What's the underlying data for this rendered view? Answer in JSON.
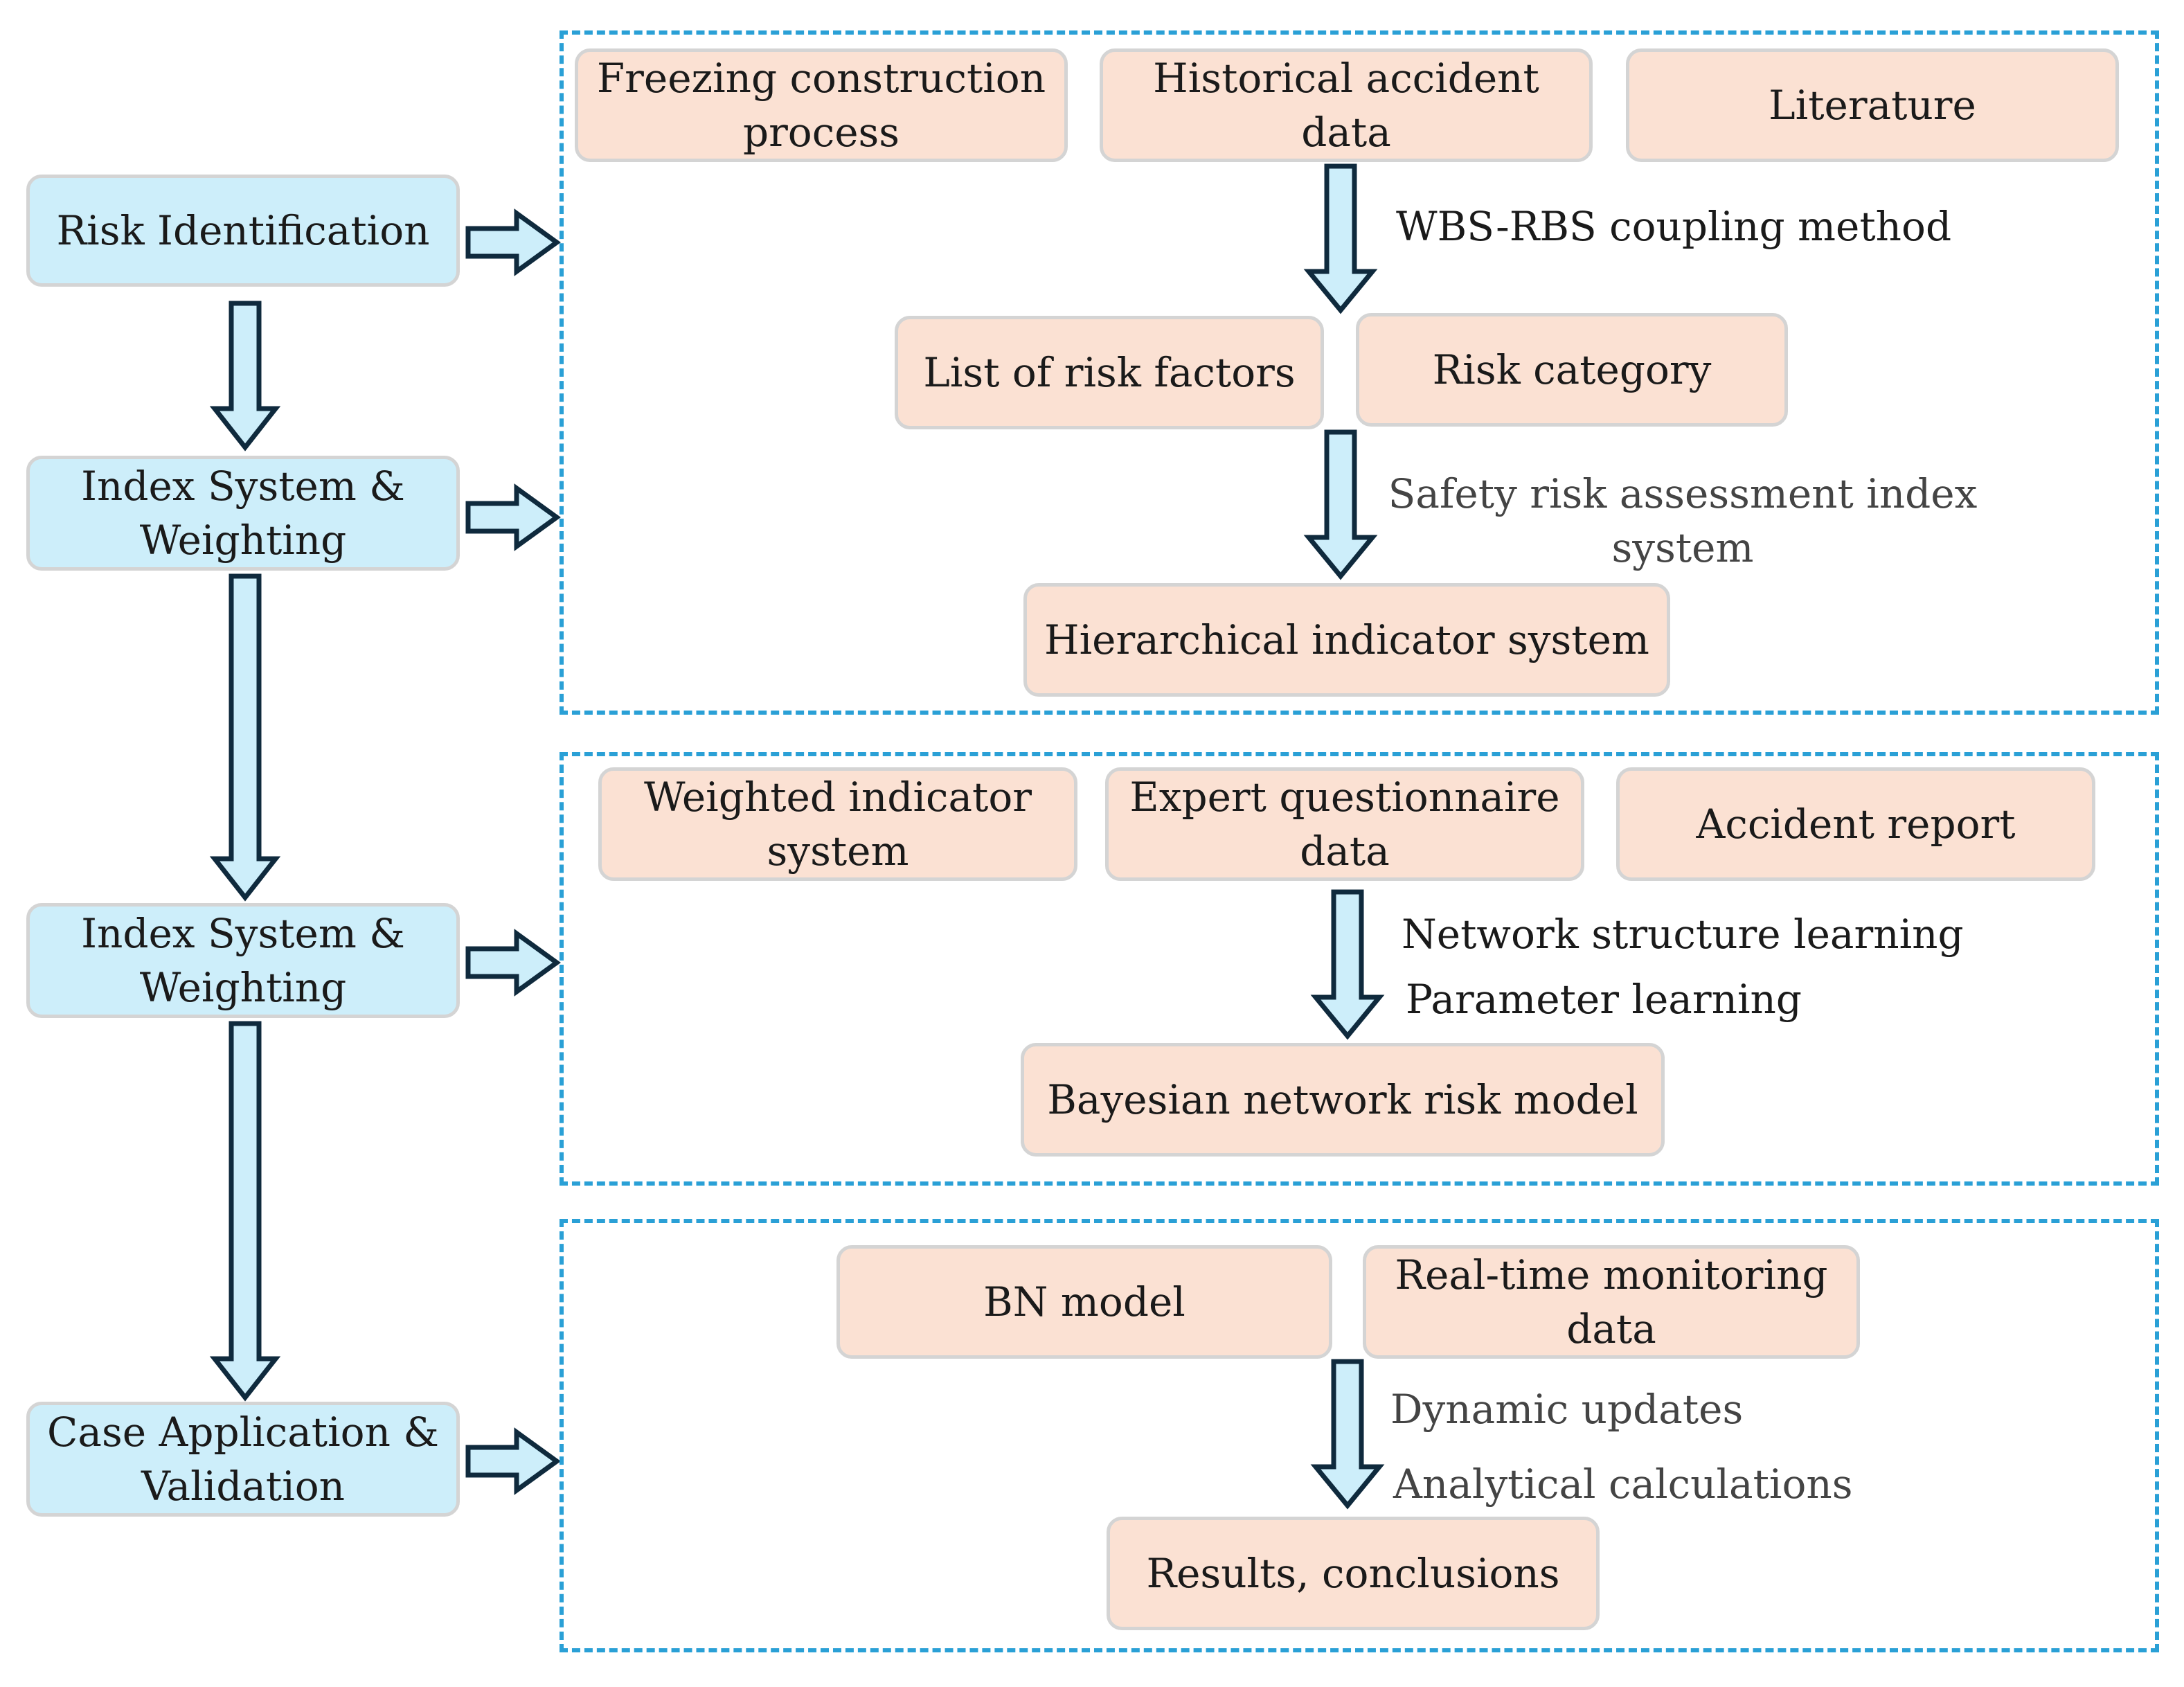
{
  "left_steps": [
    {
      "label": "Risk Identification"
    },
    {
      "label": "Index System & Weighting"
    },
    {
      "label": "Index System & Weighting"
    },
    {
      "label": "Case Application & Validation"
    }
  ],
  "panel1": {
    "sources": [
      "Freezing construction process",
      "Historical accident data",
      "Literature"
    ],
    "method_label": "WBS-RBS coupling method",
    "outputs": [
      "List of risk factors",
      "Risk category"
    ],
    "method_label_2": "Safety risk assessment index system",
    "result": "Hierarchical indicator system"
  },
  "panel2": {
    "sources": [
      "Weighted indicator system",
      "Expert questionnaire data",
      "Accident report"
    ],
    "method_labels": [
      "Network structure learning",
      "Parameter learning"
    ],
    "result": "Bayesian network risk model"
  },
  "panel3": {
    "sources": [
      "BN model",
      "Real-time monitoring data"
    ],
    "method_labels": [
      "Dynamic updates",
      "Analytical calculations"
    ],
    "result": "Results, conclusions"
  },
  "colors": {
    "step_fill": "#cdeefa",
    "node_fill": "#fbe1d3",
    "box_border": "#d4d4d4",
    "panel_border": "#2aa0d6",
    "arrow_fill": "#cdeefa",
    "arrow_stroke": "#0f2a3d"
  },
  "arrow_icon": "block-arrow"
}
